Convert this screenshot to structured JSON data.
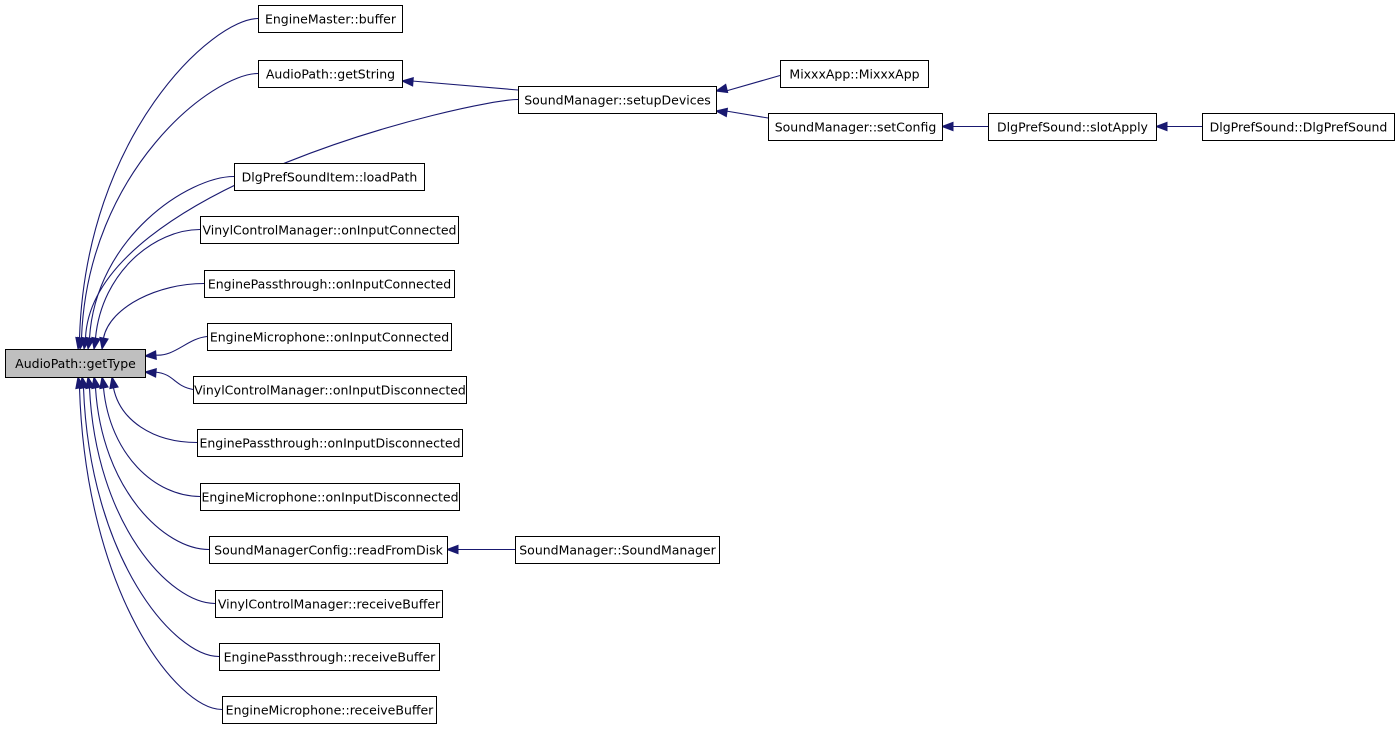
{
  "graph": {
    "colors": {
      "edge": "#191970",
      "root_fill": "#bfbfbf",
      "node_fill": "#ffffff",
      "node_border": "#000000"
    },
    "nodes": [
      {
        "id": "getType",
        "label": "AudioPath::getType",
        "root": true
      },
      {
        "id": "buffer",
        "label": "EngineMaster::buffer"
      },
      {
        "id": "getString",
        "label": "AudioPath::getString"
      },
      {
        "id": "setupDevices",
        "label": "SoundManager::setupDevices"
      },
      {
        "id": "mixxxApp",
        "label": "MixxxApp::MixxxApp"
      },
      {
        "id": "setConfig",
        "label": "SoundManager::setConfig"
      },
      {
        "id": "slotApply",
        "label": "DlgPrefSound::slotApply"
      },
      {
        "id": "dlgPrefSound",
        "label": "DlgPrefSound::DlgPrefSound"
      },
      {
        "id": "loadPath",
        "label": "DlgPrefSoundItem::loadPath"
      },
      {
        "id": "vcmConnected",
        "label": "VinylControlManager::onInputConnected"
      },
      {
        "id": "epConnected",
        "label": "EnginePassthrough::onInputConnected"
      },
      {
        "id": "emConnected",
        "label": "EngineMicrophone::onInputConnected"
      },
      {
        "id": "vcmDisconnected",
        "label": "VinylControlManager::onInputDisconnected"
      },
      {
        "id": "epDisconnected",
        "label": "EnginePassthrough::onInputDisconnected"
      },
      {
        "id": "emDisconnected",
        "label": "EngineMicrophone::onInputDisconnected"
      },
      {
        "id": "readFromDisk",
        "label": "SoundManagerConfig::readFromDisk"
      },
      {
        "id": "soundManager",
        "label": "SoundManager::SoundManager"
      },
      {
        "id": "vcmReceive",
        "label": "VinylControlManager::receiveBuffer"
      },
      {
        "id": "epReceive",
        "label": "EnginePassthrough::receiveBuffer"
      },
      {
        "id": "emReceive",
        "label": "EngineMicrophone::receiveBuffer"
      }
    ],
    "edges": [
      {
        "from": "buffer",
        "to": "getType"
      },
      {
        "from": "getString",
        "to": "getType"
      },
      {
        "from": "setupDevices",
        "to": "getType"
      },
      {
        "from": "setupDevices",
        "to": "getString"
      },
      {
        "from": "mixxxApp",
        "to": "setupDevices"
      },
      {
        "from": "setConfig",
        "to": "setupDevices"
      },
      {
        "from": "slotApply",
        "to": "setConfig"
      },
      {
        "from": "dlgPrefSound",
        "to": "slotApply"
      },
      {
        "from": "loadPath",
        "to": "getType"
      },
      {
        "from": "vcmConnected",
        "to": "getType"
      },
      {
        "from": "epConnected",
        "to": "getType"
      },
      {
        "from": "emConnected",
        "to": "getType"
      },
      {
        "from": "vcmDisconnected",
        "to": "getType"
      },
      {
        "from": "epDisconnected",
        "to": "getType"
      },
      {
        "from": "emDisconnected",
        "to": "getType"
      },
      {
        "from": "readFromDisk",
        "to": "getType"
      },
      {
        "from": "soundManager",
        "to": "readFromDisk"
      },
      {
        "from": "vcmReceive",
        "to": "getType"
      },
      {
        "from": "epReceive",
        "to": "getType"
      },
      {
        "from": "emReceive",
        "to": "getType"
      }
    ]
  }
}
